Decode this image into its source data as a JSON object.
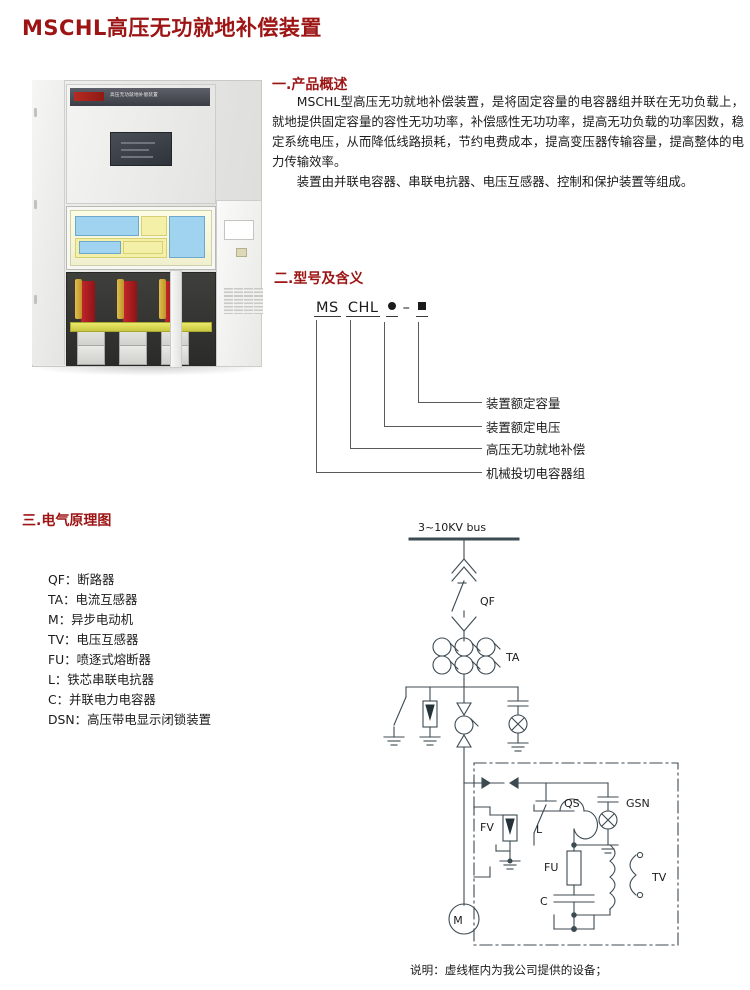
{
  "page": {
    "title": "MSCHL高压无功就地补偿装置",
    "accent_color": "#9d1414",
    "background": "#ffffff"
  },
  "product_photo": {
    "alt": "MSCHL高压无功就地补偿装置柜体照片",
    "banner_text": "高压无功就地补偿装置"
  },
  "section_overview": {
    "heading": "一.产品概述",
    "paragraph_1": "MSCHL型高压无功就地补偿装置，是将固定容量的电容器组并联在无功负载上，就地提供固定容量的容性无功功率，补偿感性无功功率，提高无功负载的功率因数，稳定系统电压，从而降低线路损耗，节约电费成本，提高变压器传输容量，提高整体的电力传输效率。",
    "paragraph_2": "装置由并联电容器、串联电抗器、电压互感器、控制和保护装置等组成。"
  },
  "section_model": {
    "heading": "二.型号及含义",
    "code_parts": [
      "MS",
      "CHL",
      "●",
      "–",
      "■"
    ],
    "labels": [
      "装置额定容量",
      "装置额定电压",
      "高压无功就地补偿",
      "机械投切电容器组"
    ]
  },
  "section_schematic": {
    "heading": "三.电气原理图",
    "legend": [
      "QF：断路器",
      "TA：电流互感器",
      "M：异步电动机",
      "TV：电压互感器",
      "FU：喷逐式熔断器",
      "L：铁芯串联电抗器",
      "C：并联电力电容器",
      "DSN：高压带电显示闭锁装置"
    ],
    "bus_label": "3~10KV bus",
    "component_labels": {
      "qf": "QF",
      "ta": "TA",
      "qs": "QS",
      "gsn": "GSN",
      "fv": "FV",
      "l": "L",
      "fu": "FU",
      "c": "C",
      "tv": "TV",
      "m": "M"
    },
    "note": "说明：虚线框内为我公司提供的设备；"
  }
}
